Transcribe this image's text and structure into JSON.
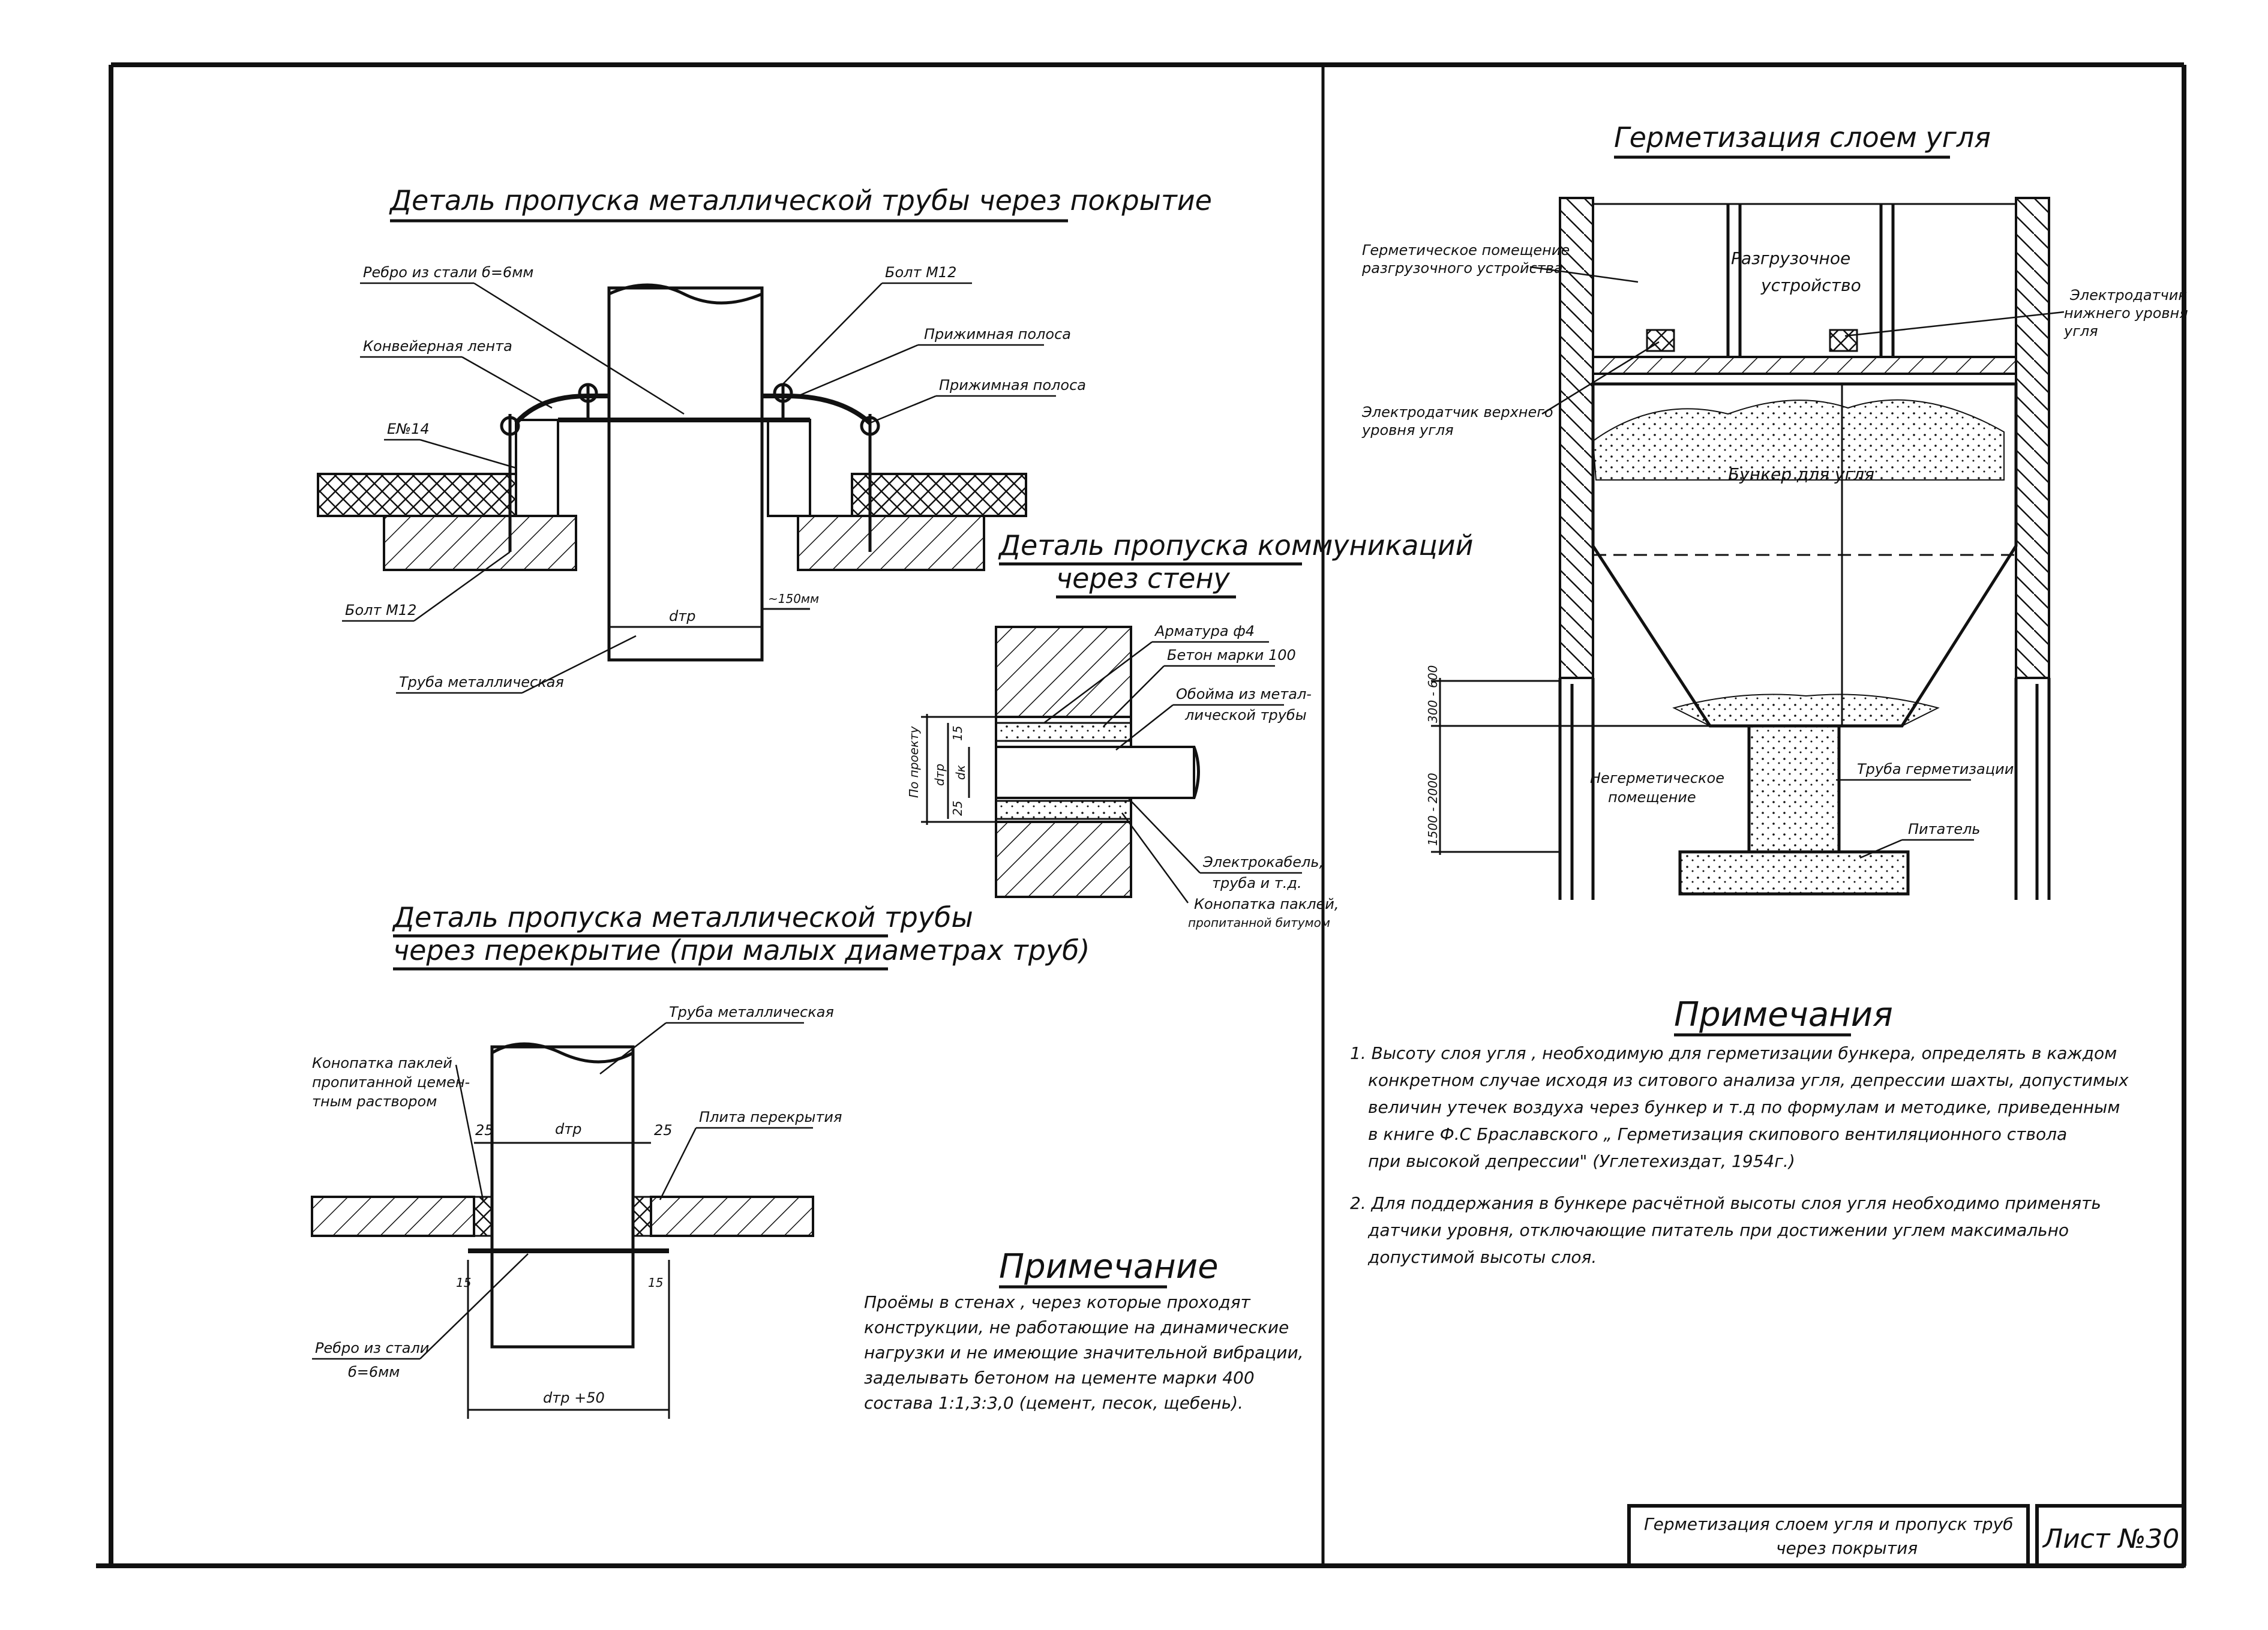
{
  "titles": {
    "pipe_roof": "Деталь пропуска металлической трубы через покрытие",
    "comm_wall_1": "Деталь пропуска коммуникаций",
    "comm_wall_2": "через стену",
    "pipe_floor_1": "Деталь пропуска металлической трубы",
    "pipe_floor_2": "через перекрытие (при малых диаметрах труб)",
    "coal_seal": "Герметизация слоем угля"
  },
  "roof_detail": {
    "rib": "Ребро из стали б=6мм",
    "bolt_top": "Болт М12",
    "strip_top": "Прижимная полоса",
    "belt": "Конвейерная лента",
    "strip_right": "Прижимная полоса",
    "channel": "Е№14",
    "bolt_bottom": "Болт М12",
    "pipe": "Труба металлическая",
    "d_pipe": "dтр",
    "gap": "~150мм"
  },
  "wall_detail": {
    "rebar": "Арматура ф4",
    "concrete": "Бетон марки 100",
    "sleeve_1": "Обойма из метал-",
    "sleeve_2": "лической трубы",
    "cable_1": "Электрокабель,",
    "cable_2": "труба и т.д.",
    "caulk_1": "Конопатка паклей,",
    "caulk_2": "пропитанной битумом",
    "dim_side": "По проекту",
    "dim_15": "15",
    "dim_25": "25",
    "d_pipe": "dтр",
    "d_k": "dк"
  },
  "floor_detail": {
    "pipe": "Труба металлическая",
    "caulk_1": "Конопатка паклей",
    "caulk_2": "пропитанной цемен-",
    "caulk_3": "тным раствором",
    "slab": "Плита перекрытия",
    "rib_1": "Ребро из стали",
    "rib_2": "б=6мм",
    "dim_25_left": "25",
    "dim_25_right": "25",
    "d_pipe": "dтр",
    "dim_15_left": "15",
    "dim_15_right": "15",
    "d_bottom": "dтр +50"
  },
  "note_wall": {
    "title": "Примечание",
    "lines": [
      "Проёмы в стенах , через которые проходят",
      "конструкции, не работающие на динамические",
      "нагрузки и не имеющие значительной вибрации,",
      "заделывать бетоном на цементе марки 400",
      "состава 1:1,3:3,0 (цемент, песок, щебень)."
    ]
  },
  "coal_detail": {
    "room_1": "Герметическое помещение",
    "room_2": "разгрузочного устройства",
    "unload_1": "Разгрузочное",
    "unload_2": "устройство",
    "sensor_low_1": "Электродатчик",
    "sensor_low_2": "нижнего уровня",
    "sensor_low_3": "угля",
    "sensor_up_1": "Электродатчик верхнего",
    "sensor_up_2": "уровня угля",
    "bunker": "Бункер для угля",
    "nonseal_1": "Негерметическое",
    "nonseal_2": "помещение",
    "seal_pipe": "Труба герметизации",
    "feeder": "Питатель",
    "dim_1": "1500 - 2000",
    "dim_2": "300 - 600"
  },
  "notes_main": {
    "title": "Примечания",
    "lines": [
      "1. Высоту слоя угля , необходимую для герметизации бункера, определять в каждом",
      "конкретном случае исходя из ситового анализа угля, депрессии шахты, допустимых",
      "величин утечек воздуха через бункер и т.д по формулам и методике, приведенным",
      "в книге Ф.С Браславского „ Герметизация скипового вентиляционного ствола",
      "при высокой депрессии\" (Углетехиздат, 1954г.)",
      "2. Для поддержания в бункере расчётной высоты слоя угля необходимо применять",
      "датчики уровня, отключающие питатель при достижении углем максимально",
      "допустимой высоты слоя."
    ]
  },
  "stamp": {
    "title_1": "Герметизация слоем угля и пропуск труб",
    "title_2": "через покрытия",
    "sheet": "Лист №30"
  }
}
